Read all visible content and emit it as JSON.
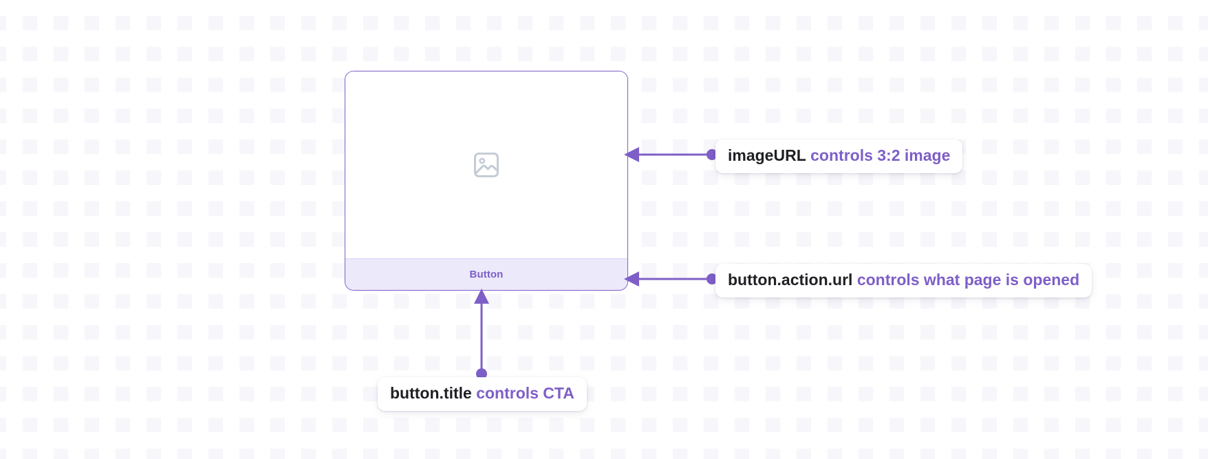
{
  "theme": {
    "accent": "#7d5fc7",
    "accent_soft": "#ece9fb",
    "accent_border": "#d7cff3",
    "text_dark": "#1f2024",
    "canvas_bg": "#ffffff",
    "grid_dot": "#f6f6fb"
  },
  "card": {
    "name": "preview-card",
    "image_placeholder_icon": "image-icon",
    "button": {
      "label": "Button"
    }
  },
  "annotations": [
    {
      "id": "imageURL",
      "key": "imageURL",
      "description": "controls 3:2 image",
      "points_to": "card-image-area",
      "arrow_direction": "left"
    },
    {
      "id": "button-action-url",
      "key": "button.action.url",
      "description": "controls what page is opened",
      "points_to": "card-button-bar",
      "arrow_direction": "left"
    },
    {
      "id": "button-title",
      "key": "button.title",
      "description": "controls CTA",
      "points_to": "card-button-label",
      "arrow_direction": "up"
    }
  ]
}
